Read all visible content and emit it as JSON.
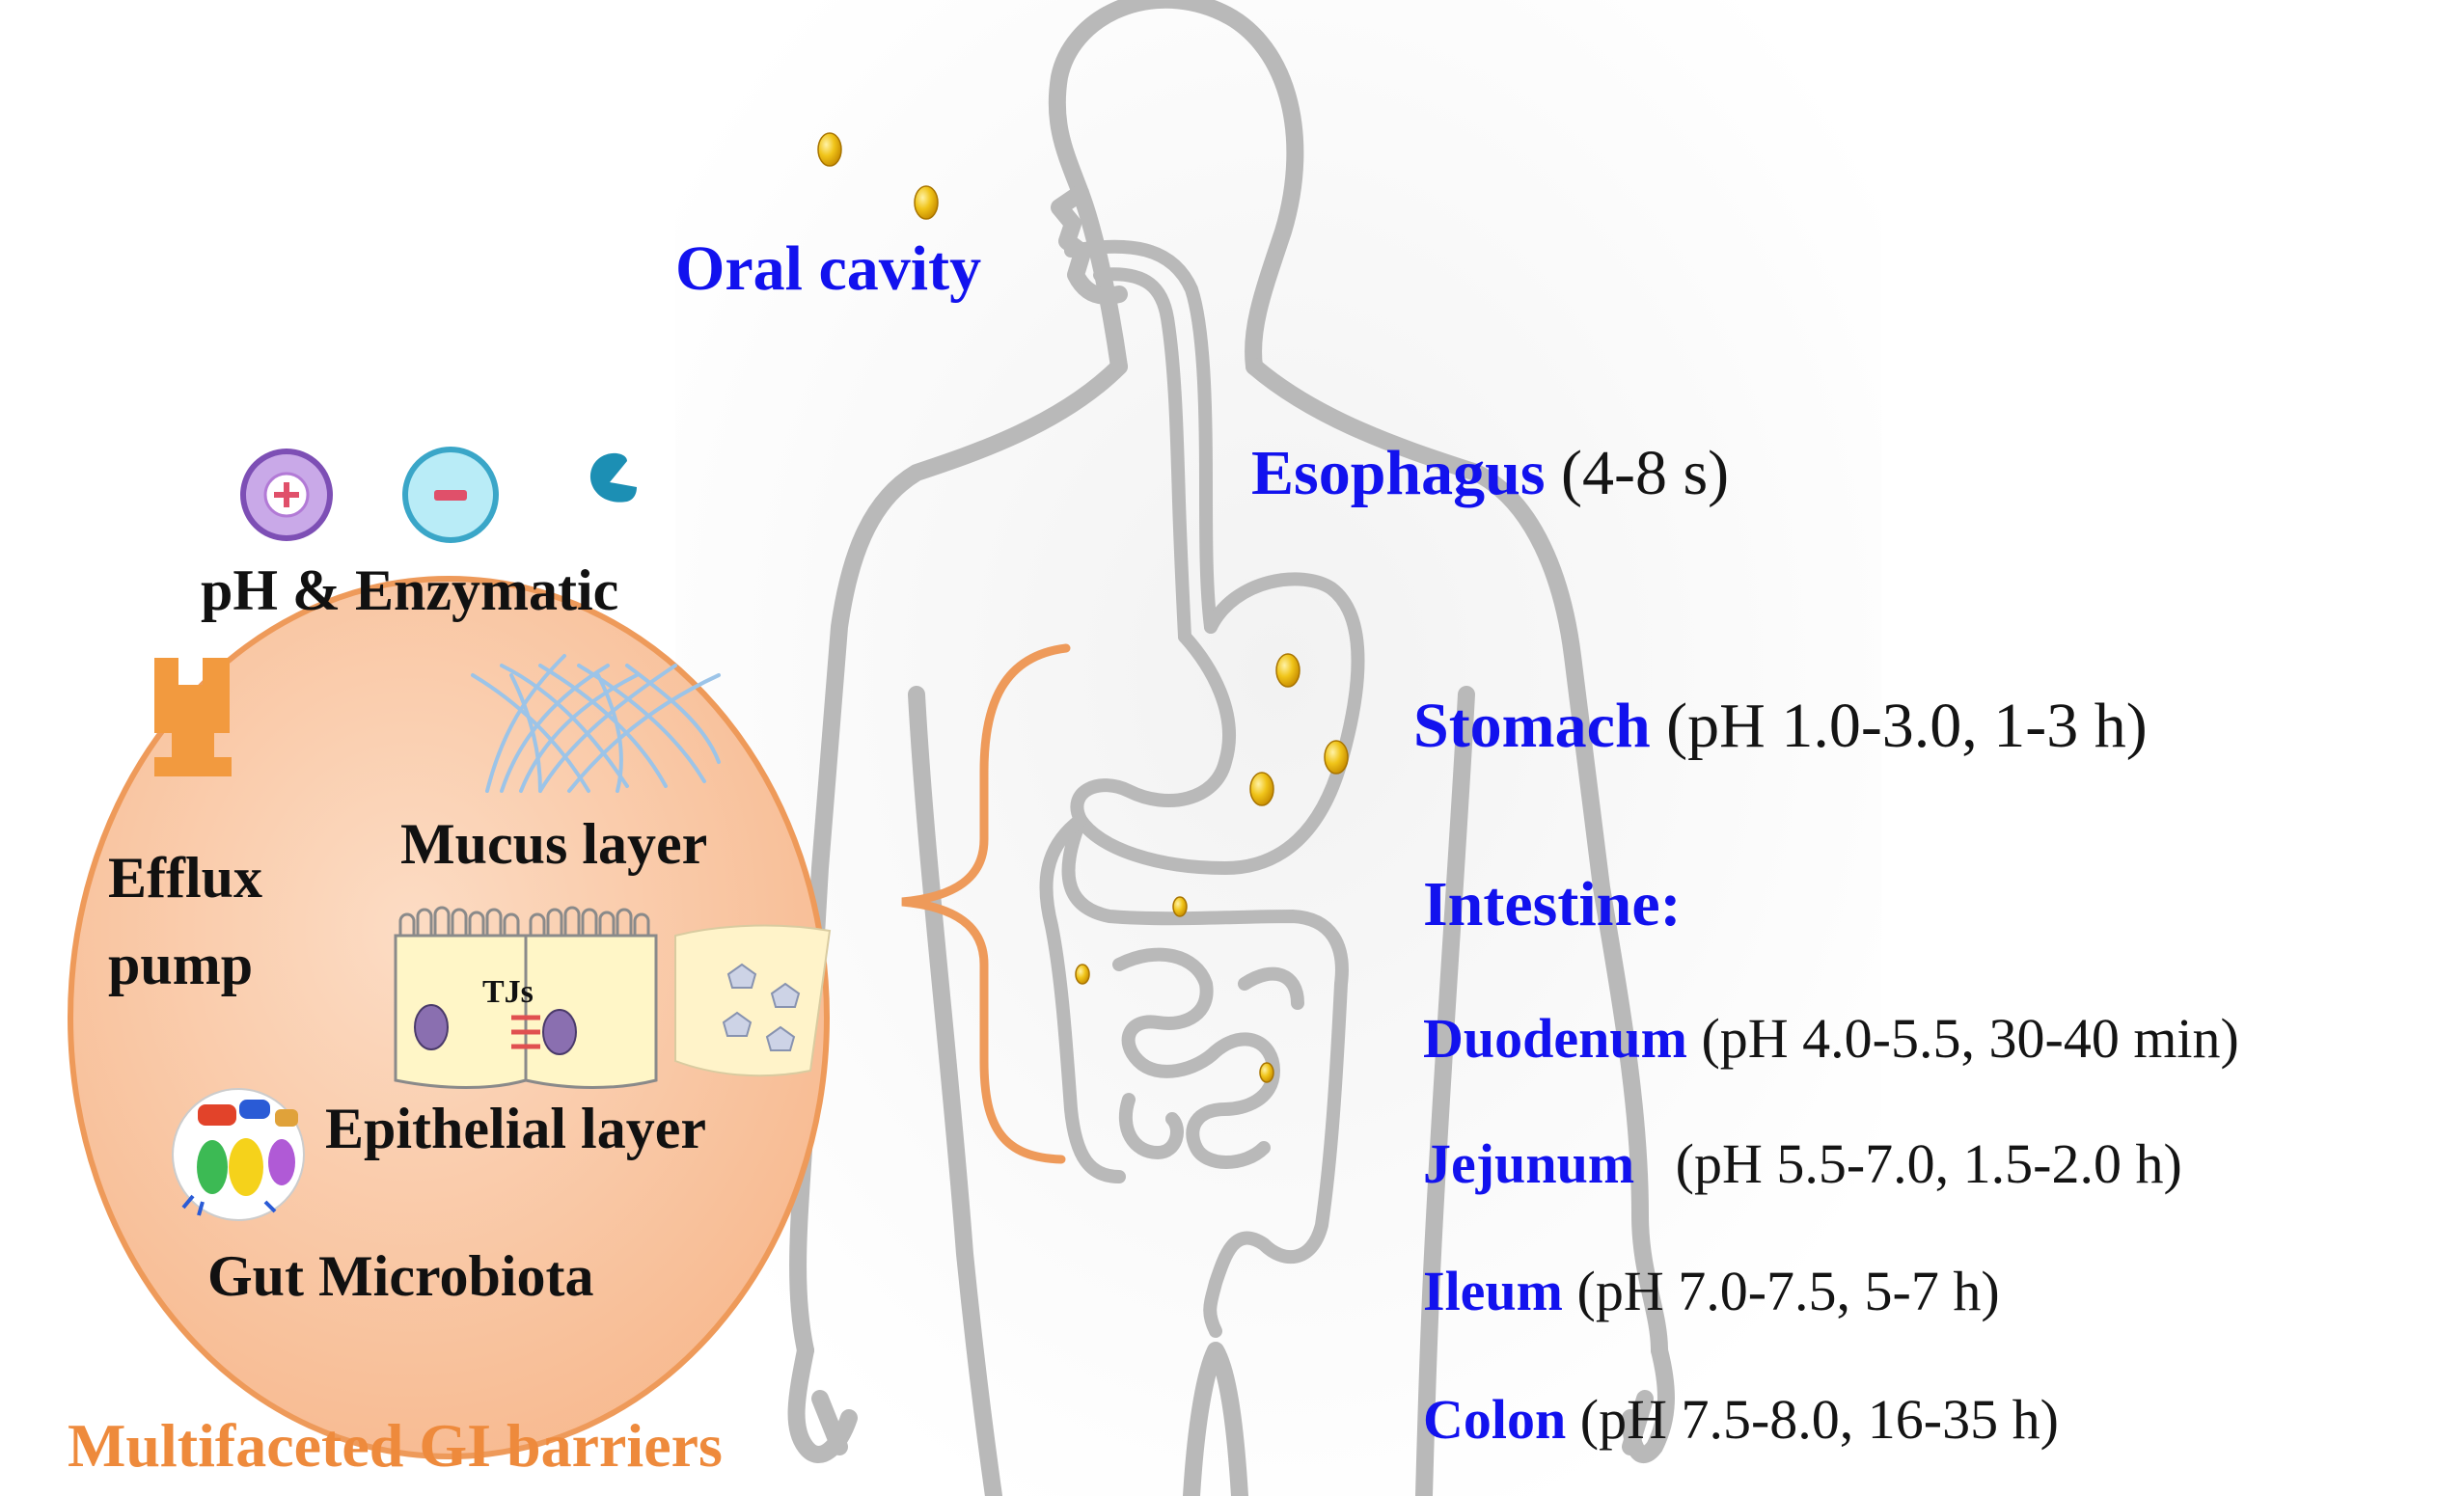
{
  "organs": {
    "oral": "Oral cavity",
    "esophagus": {
      "name": "Esophagus",
      "detail": "(4-8 s)"
    },
    "stomach": {
      "name": "Stomach",
      "detail": "(pH 1.0-3.0, 1-3 h)"
    },
    "intestine": "Intestine:",
    "duodenum": {
      "name": "Duodenum",
      "detail": "(pH 4.0-5.5, 30-40 min)"
    },
    "jejunum": {
      "name": "Jejunum",
      "detail": "(pH 5.5-7.0, 1.5-2.0 h)"
    },
    "ileum": {
      "name": "Ileum",
      "detail": "(pH 7.0-7.5, 5-7 h)"
    },
    "colon": {
      "name": "Colon",
      "detail": "(pH 7.5-8.0, 16-35 h)"
    }
  },
  "barriers": {
    "ph_enzymatic": "pH & Enzymatic",
    "efflux_line1": "Efflux",
    "efflux_line2": "pump",
    "mucus": "Mucus layer",
    "tjs": "TJs",
    "epithelial": "Epithelial layer",
    "microbiota": "Gut Microbiota",
    "title": "Multifaceted GI barriers"
  },
  "colors": {
    "organ_label": "#1212ee",
    "barrier_title": "#ee8a3c",
    "ellipse_fill": "#f9c7a3",
    "body_outline": "#b9b9b9",
    "particle": "#e5b400"
  },
  "icons": [
    "positive-charge-icon",
    "negative-charge-icon",
    "enzyme-icon",
    "efflux-pump-icon",
    "mucus-fibers-icon",
    "epithelial-cells-icon",
    "gut-microbiota-icon"
  ]
}
